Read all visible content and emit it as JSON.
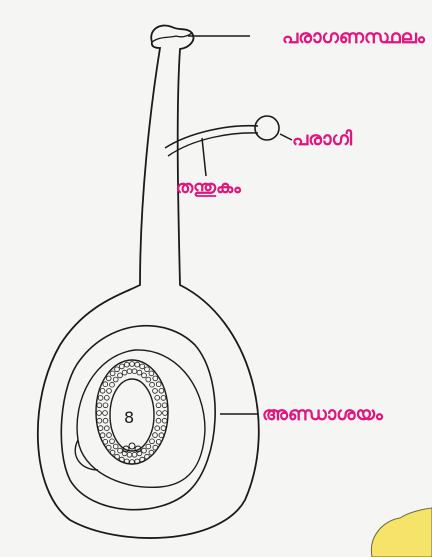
{
  "diagram": {
    "labels": {
      "stigma": "പരാഗണസ്ഥലം",
      "anther": "പരാഗി",
      "filament": "തന്തുകം",
      "ovary": "അണ്ഡാശയം"
    },
    "colors": {
      "label": "#e0157e",
      "line": "#1a1a1a",
      "paper": "#f5f5f4",
      "corner_blob": "#f6e36a"
    }
  }
}
